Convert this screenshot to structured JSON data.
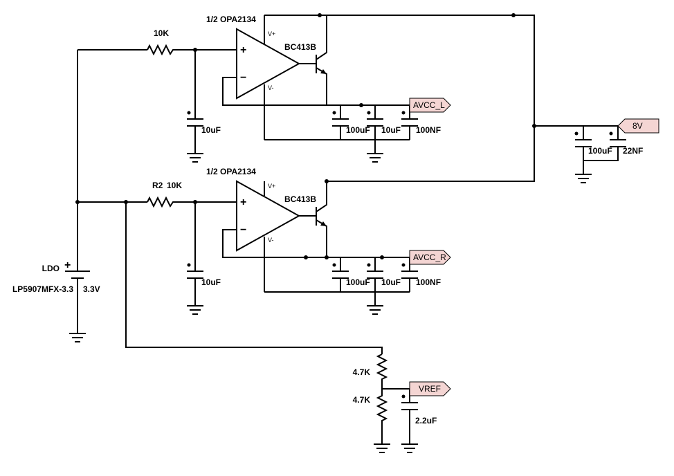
{
  "colors": {
    "wire": "#000000",
    "tag_fill": "#f4d5d3",
    "tag_stroke": "#000000",
    "background": "#ffffff"
  },
  "opamp_top": {
    "label": "1/2 OPA2134",
    "plus": "+",
    "minus": "−",
    "vplus": "V+",
    "vminus": "V-"
  },
  "opamp_bottom": {
    "label": "1/2 OPA2134",
    "plus": "+",
    "minus": "−",
    "vplus": "V+",
    "vminus": "V-"
  },
  "transistor_top": {
    "label": "BC413B"
  },
  "transistor_bottom": {
    "label": "BC413B"
  },
  "resistors": {
    "r_top": "10K",
    "r_bottom_ref": "R2",
    "r_bottom": "10K",
    "r_div_top": "4.7K",
    "r_div_bottom": "4.7K"
  },
  "capacitors": {
    "c_filter_top": "10uF",
    "c_filter_bottom": "10uF",
    "c_out_top_1": "100uF",
    "c_out_top_2": "10uF",
    "c_out_top_3": "100NF",
    "c_out_bottom_1": "100uF",
    "c_out_bottom_2": "10uF",
    "c_out_bottom_3": "100NF",
    "c_8v_1": "100uF",
    "c_8v_2": "22NF",
    "c_vref": "2.2uF"
  },
  "ldo": {
    "name": "LDO",
    "part": "LP5907MFX-3.3",
    "voltage": "3.3V",
    "plus": "+"
  },
  "net_tags": {
    "avcc_l": "AVCC_L",
    "avcc_r": "AVCC_R",
    "vref": "VREF",
    "v8": "8V"
  }
}
